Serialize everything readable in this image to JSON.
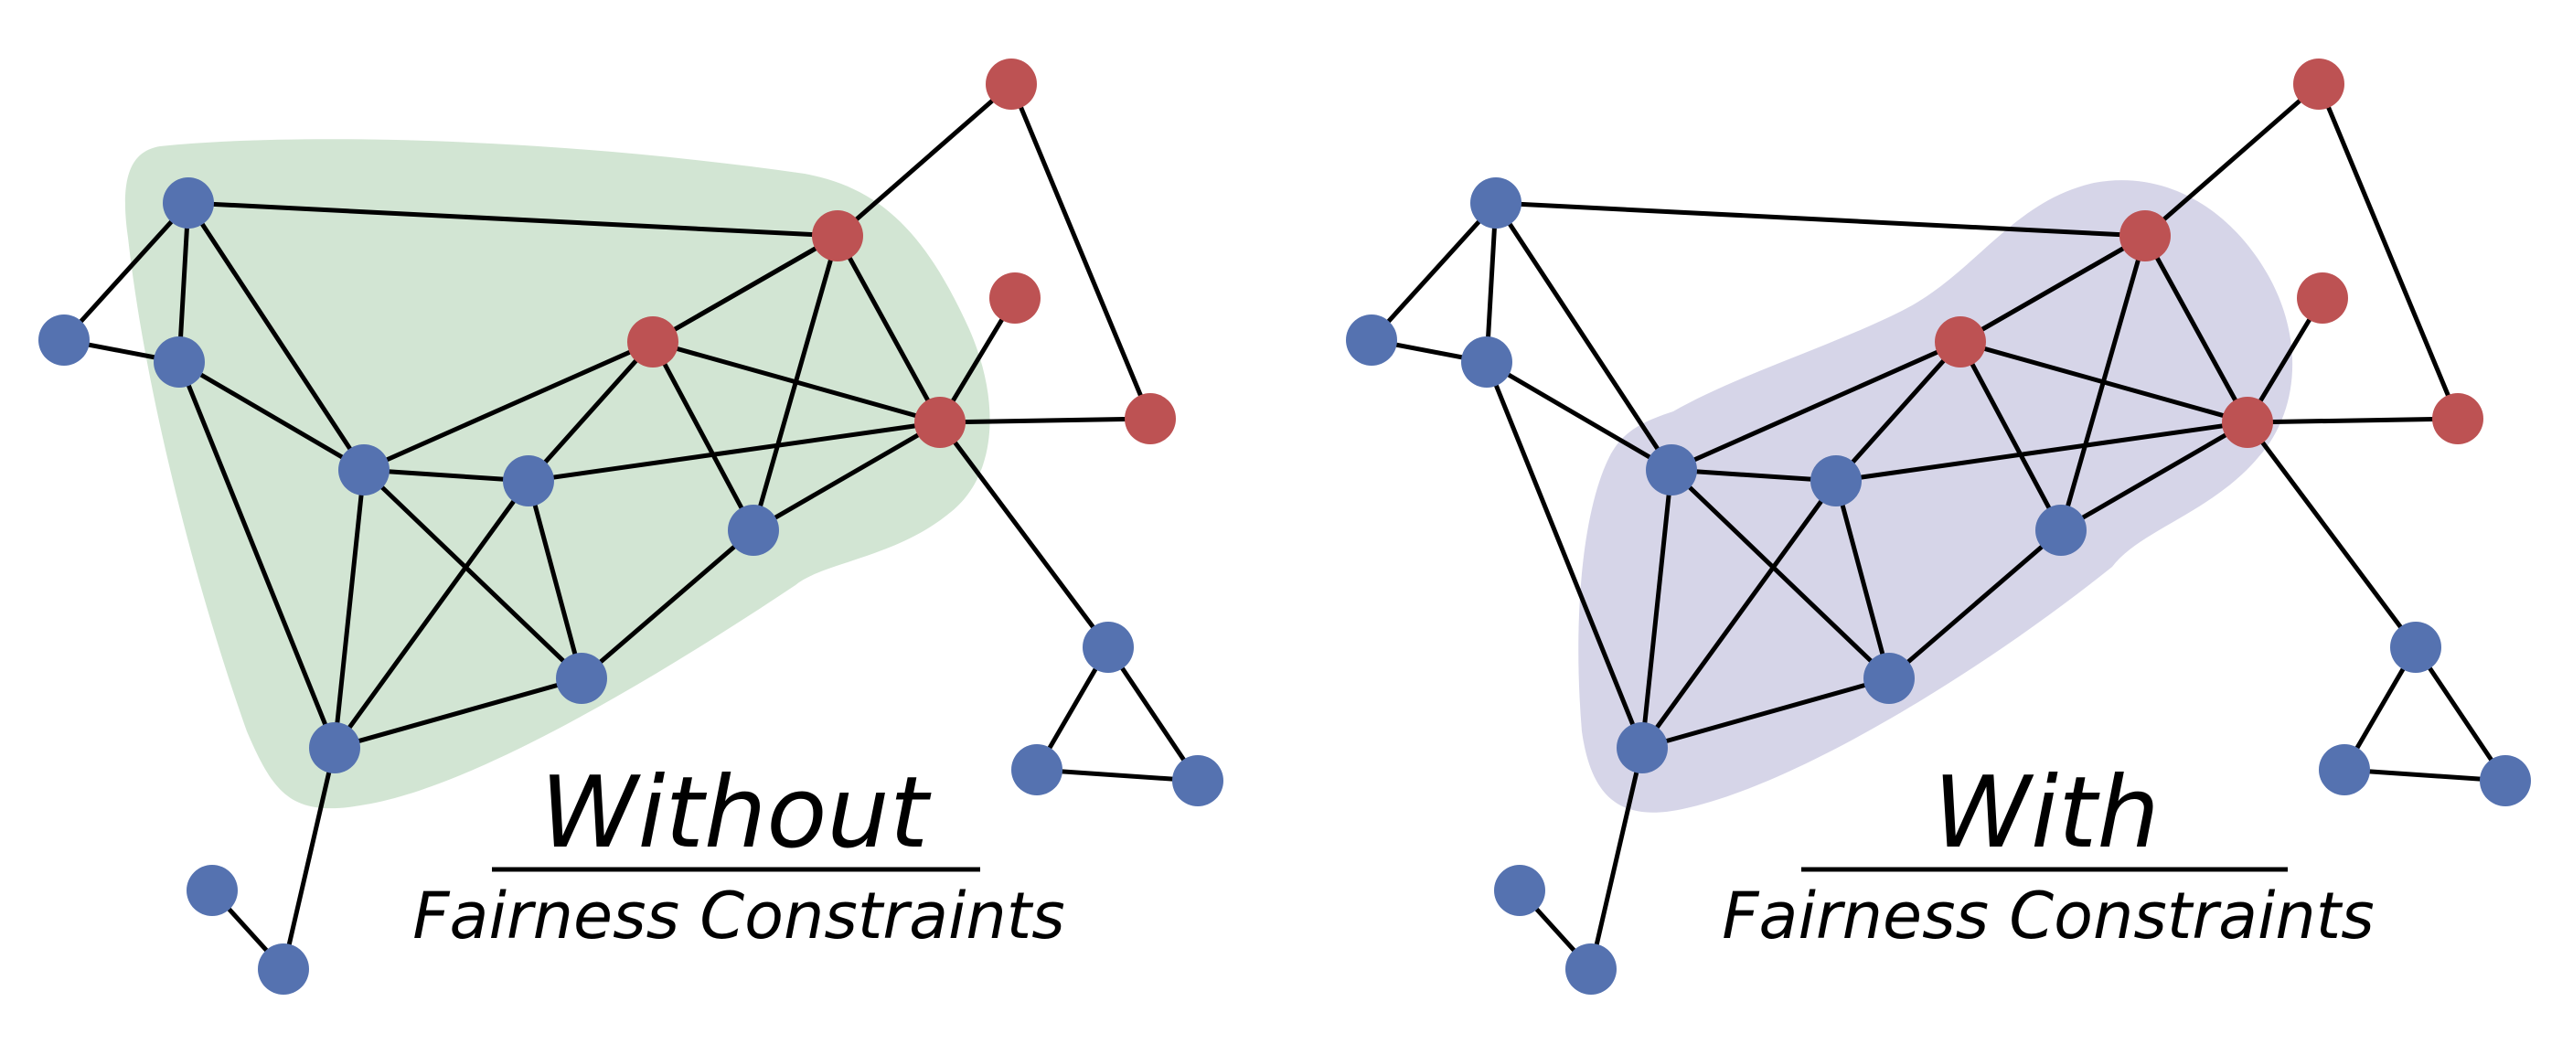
{
  "colors": {
    "blue_node": "#5572b0",
    "red_node": "#bd5253",
    "edge": "#000000",
    "region_without": "#d2e5d3",
    "region_with": "#d6d5e8"
  },
  "panels": [
    {
      "id": "without",
      "caption_main": "Without",
      "caption_sub": "Fairness Constraints",
      "region": "without"
    },
    {
      "id": "with",
      "caption_main": "With",
      "caption_sub": "Fairness Constraints",
      "region": "with"
    }
  ],
  "graph": {
    "nodes": [
      {
        "id": "a",
        "group": "blue"
      },
      {
        "id": "b",
        "group": "blue"
      },
      {
        "id": "c",
        "group": "blue"
      },
      {
        "id": "d",
        "group": "blue"
      },
      {
        "id": "e",
        "group": "blue"
      },
      {
        "id": "f",
        "group": "blue"
      },
      {
        "id": "g",
        "group": "blue"
      },
      {
        "id": "h",
        "group": "blue"
      },
      {
        "id": "i",
        "group": "blue"
      },
      {
        "id": "j",
        "group": "red"
      },
      {
        "id": "k",
        "group": "red"
      },
      {
        "id": "l",
        "group": "red"
      },
      {
        "id": "m",
        "group": "red"
      },
      {
        "id": "n",
        "group": "red"
      },
      {
        "id": "o",
        "group": "red"
      },
      {
        "id": "p",
        "group": "red"
      },
      {
        "id": "q",
        "group": "blue"
      },
      {
        "id": "r",
        "group": "blue"
      },
      {
        "id": "s",
        "group": "blue"
      }
    ],
    "edges": [
      [
        "a",
        "b"
      ],
      [
        "a",
        "c"
      ],
      [
        "a",
        "d"
      ],
      [
        "a",
        "m"
      ],
      [
        "b",
        "c"
      ],
      [
        "c",
        "d"
      ],
      [
        "c",
        "f"
      ],
      [
        "d",
        "e"
      ],
      [
        "d",
        "g"
      ],
      [
        "d",
        "k"
      ],
      [
        "d",
        "h"
      ],
      [
        "e",
        "f"
      ],
      [
        "e",
        "g"
      ],
      [
        "e",
        "o"
      ],
      [
        "f",
        "g"
      ],
      [
        "f",
        "i"
      ],
      [
        "g",
        "n"
      ],
      [
        "h",
        "j"
      ],
      [
        "k",
        "l"
      ],
      [
        "k",
        "m"
      ],
      [
        "k",
        "n"
      ],
      [
        "k",
        "o"
      ],
      [
        "l",
        "o"
      ],
      [
        "m",
        "n"
      ],
      [
        "m",
        "o"
      ],
      [
        "m",
        "p"
      ],
      [
        "n",
        "o"
      ],
      [
        "n",
        "q"
      ],
      [
        "p",
        "q"
      ],
      [
        "o",
        "r"
      ],
      [
        "r",
        "s"
      ],
      [
        "r",
        "t"
      ],
      [
        "s",
        "t"
      ]
    ]
  }
}
